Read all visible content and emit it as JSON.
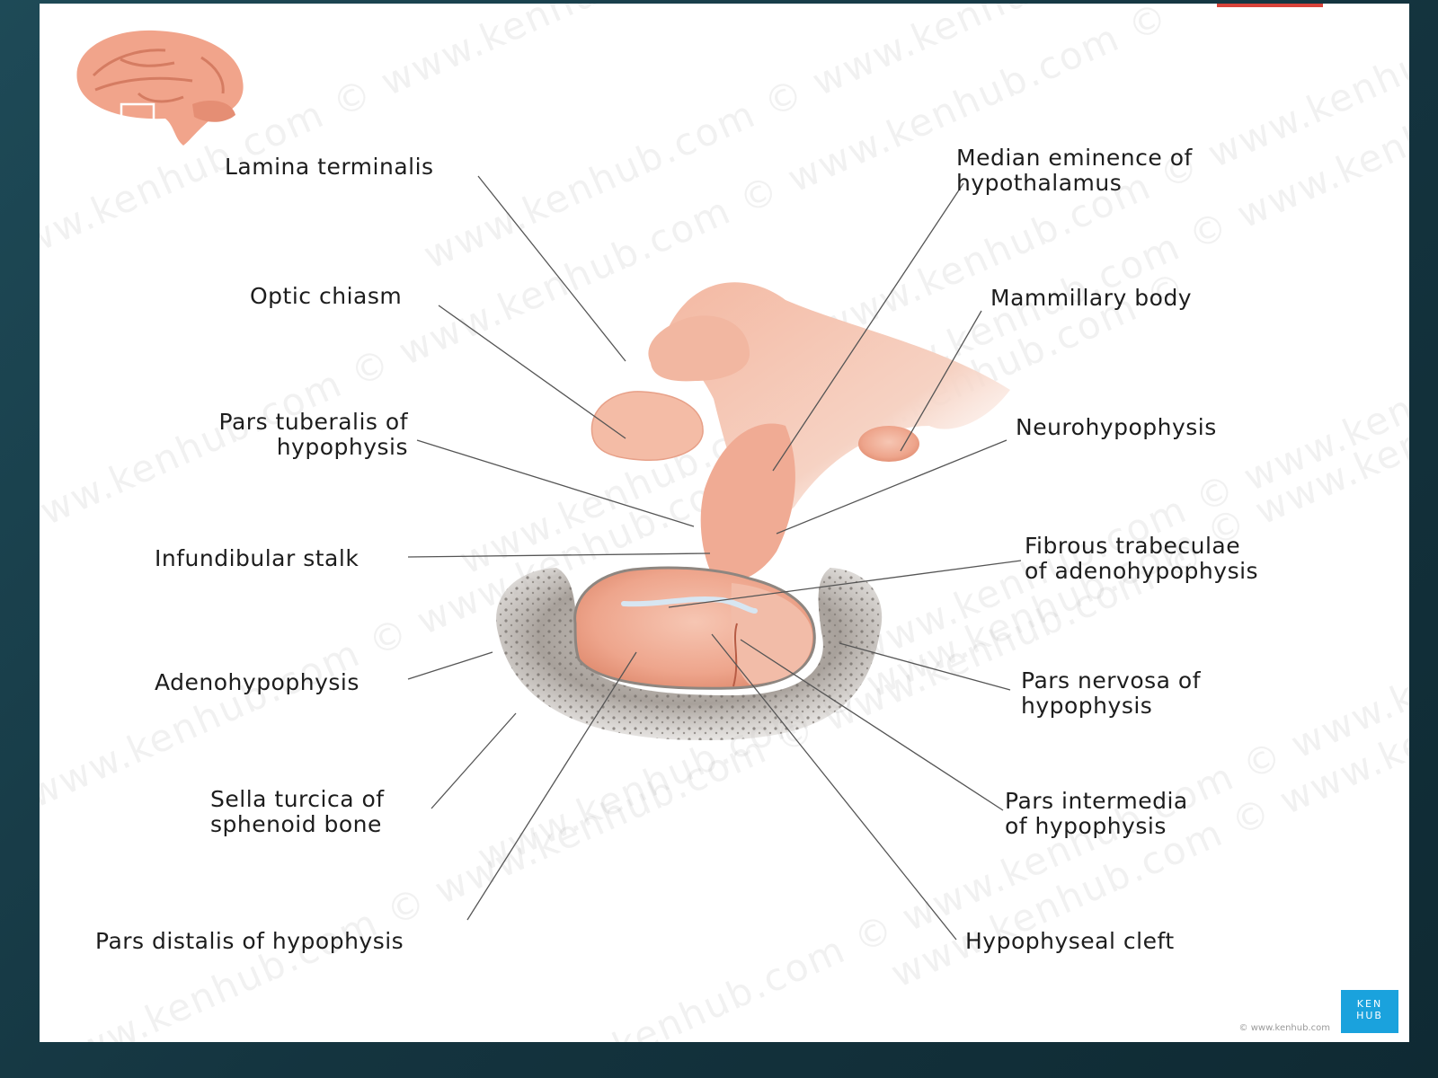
{
  "watermark_text": "www.kenhub.com © www.kenhub.com © www.kenhub.com ©",
  "labels": {
    "lamina_terminalis": "Lamina terminalis",
    "optic_chiasm": "Optic chiasm",
    "pars_tuberalis": "Pars tuberalis of\nhypophysis",
    "infundibular_stalk": "Infundibular stalk",
    "adenohypophysis": "Adenohypophysis",
    "sella_turcica": "Sella turcica of\nsphenoid bone",
    "pars_distalis": "Pars distalis of hypophysis",
    "median_eminence": "Median eminence of\nhypothalamus",
    "mammillary_body": "Mammillary body",
    "neurohypophysis": "Neurohypophysis",
    "fibrous_trabeculae": "Fibrous trabeculae\nof adenohypophysis",
    "pars_nervosa": "Pars nervosa of\nhypophysis",
    "pars_intermedia": "Pars intermedia\nof hypophysis",
    "hypophyseal_cleft": "Hypophyseal cleft"
  },
  "logo": {
    "line1": "KEN",
    "line2": "HUB"
  },
  "copyright": "© www.kenhub.com",
  "colors": {
    "tissue": "#f1b09a",
    "tissue_dark": "#e59478",
    "bone": "#9c958f",
    "leader": "#555555",
    "logo": "#1aa2dd"
  }
}
